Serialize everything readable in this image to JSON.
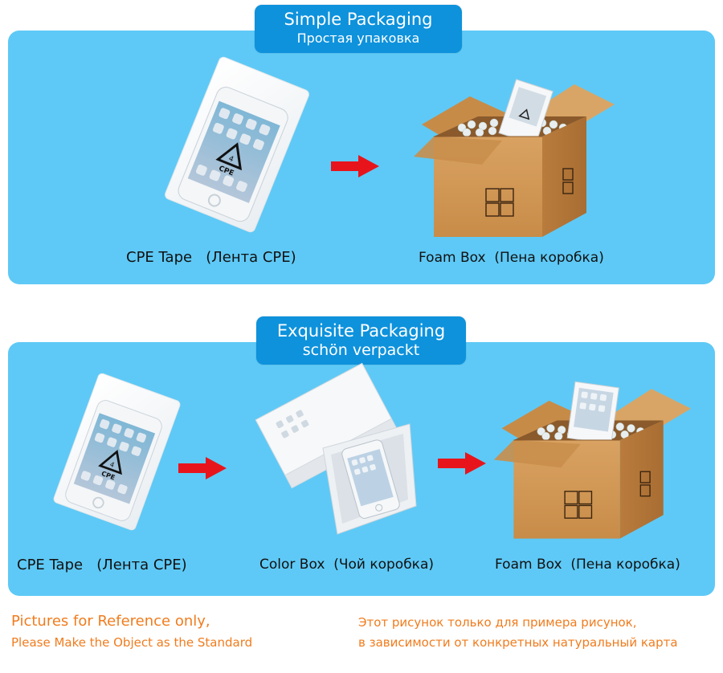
{
  "header_simple": {
    "title": "Simple Packaging",
    "subtitle": "Простая упаковка"
  },
  "header_exquisite": {
    "title": "Exquisite Packaging",
    "subtitle": "schön verpackt"
  },
  "simple_row": {
    "cpe_label": "CPE Tape   (Лента CPE)",
    "foam_label": "Foam Box  (Пена коробка)"
  },
  "exquisite_row": {
    "cpe_label": "CPE Tape   (Лента CPE)",
    "color_label": "Color Box  (Чой коробка)",
    "foam_label": "Foam Box  (Пена коробка)"
  },
  "recycle_code": "CPE",
  "footer": {
    "en_line1": "Pictures for Reference only,",
    "en_line2": "Please Make the Object as the Standard",
    "ru_line1": "Этот рисунок только для примера рисунок,",
    "ru_line2": "в зависимости от конкретных натуральный карта"
  },
  "colors": {
    "panel": "#5ec9f6",
    "pill": "#0e92dc",
    "arrow": "#e8141c",
    "footer_text": "#f07c1e",
    "cardboard": "#d49a55"
  }
}
